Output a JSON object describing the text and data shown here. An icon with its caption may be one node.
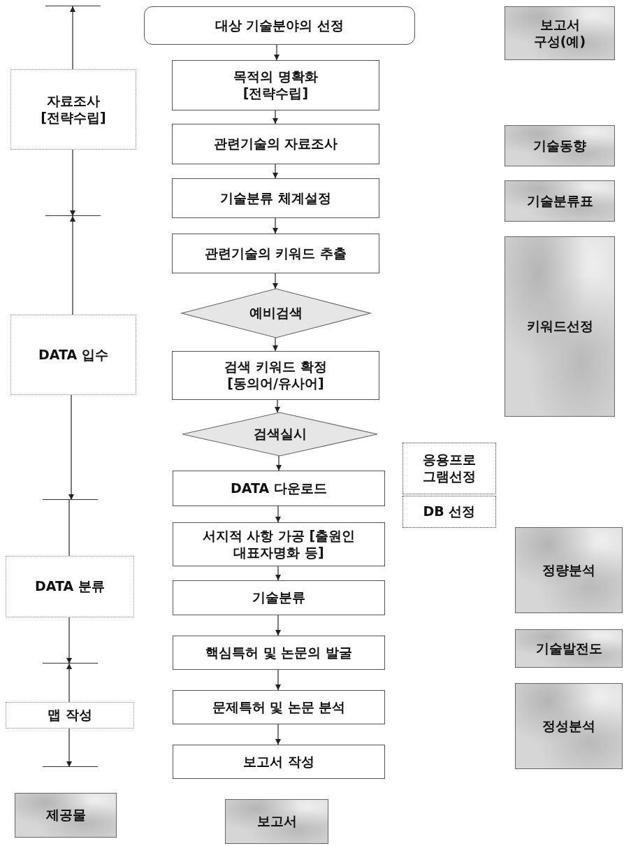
{
  "diagram": {
    "nodes": [
      {
        "text": [
          "대상 기술분야의 선정"
        ]
      },
      {
        "text": [
          "목적의 명확화 [전략수립]"
        ]
      },
      {
        "text": [
          "관련기술의 자료조사"
        ]
      },
      {
        "text": [
          "기술분류 체계설정"
        ]
      },
      {
        "text": [
          "관련기술의 키워드 추출"
        ]
      },
      {
        "text": [
          "예비검색"
        ]
      },
      {
        "text": [
          "검색 키워드 확정 [동의어/유사어]"
        ]
      },
      {
        "text": [
          "검색실시"
        ]
      },
      {
        "text": [
          "DATA 다운로드"
        ]
      },
      {
        "text": [
          "서지적 사항 가공 [출원인 대표자명화 등]"
        ]
      },
      {
        "text": [
          "기술분류"
        ]
      },
      {
        "text": [
          "핵심특허 및 논문의 발굴"
        ]
      },
      {
        "text": [
          "문제특허 및 논문 분석"
        ]
      },
      {
        "text": [
          "보고서 작성"
        ]
      },
      {
        "text": [
          "보고서"
        ]
      },
      {
        "text": [
          "자료조사 [전략수립]"
        ]
      },
      {
        "text": [
          "DATA 입수"
        ]
      },
      {
        "text": [
          "DATA 분류"
        ]
      },
      {
        "text": [
          "맵 작성"
        ]
      },
      {
        "text": [
          "제공물"
        ]
      },
      {
        "text": [
          "보고서 구성(예)"
        ]
      },
      {
        "text": [
          "기술동향"
        ]
      },
      {
        "text": [
          "기술분류표"
        ]
      },
      {
        "text": [
          "키워드선정"
        ]
      },
      {
        "text": [
          "응용프로그램선정"
        ]
      },
      {
        "text": [
          "DB 선정"
        ]
      },
      {
        "text": [
          "정량분석"
        ]
      },
      {
        "text": [
          "기술발전도"
        ]
      },
      {
        "text": [
          "정성분석"
        ]
      },
      {
        "text": [],
        "shape": "bar"
      },
      {
        "text": [],
        "shape": "bar"
      },
      {
        "text": [],
        "shape": "bar"
      },
      {
        "text": [],
        "shape": "bar"
      },
      {
        "text": [],
        "shape": "bar"
      }
    ],
    "edges": [
      {
        "from": 0,
        "to": 1,
        "arrow": "to"
      },
      {
        "from": 1,
        "to": 2,
        "arrow": "to"
      },
      {
        "from": 2,
        "to": 3,
        "arrow": "to"
      },
      {
        "from": 3,
        "to": 4,
        "arrow": "to"
      },
      {
        "from": 4,
        "to": 5,
        "arrow": "to"
      },
      {
        "from": 5,
        "to": 6,
        "arrow": "to"
      },
      {
        "from": 6,
        "to": 7,
        "arrow": "to"
      },
      {
        "from": 7,
        "to": 8,
        "arrow": "to"
      },
      {
        "from": 8,
        "to": 9,
        "arrow": "to"
      },
      {
        "from": 9,
        "to": 10,
        "arrow": "to"
      },
      {
        "from": 10,
        "to": 11,
        "arrow": "to"
      },
      {
        "from": 11,
        "to": 12,
        "arrow": "to"
      },
      {
        "from": 12,
        "to": 13,
        "arrow": "to"
      },
      {
        "from": 15,
        "to": 29,
        "arrow": "to"
      },
      {
        "from": 15,
        "to": 30,
        "arrow": "to"
      },
      {
        "from": 16,
        "to": 30,
        "arrow": "to"
      },
      {
        "from": 16,
        "to": 31,
        "arrow": "to"
      },
      {
        "from": 31,
        "to": 17,
        "arrow": "none"
      },
      {
        "from": 17,
        "to": 32,
        "arrow": "to"
      },
      {
        "from": 18,
        "to": 32,
        "arrow": "to"
      },
      {
        "from": 18,
        "to": 33,
        "arrow": "to"
      }
    ]
  }
}
